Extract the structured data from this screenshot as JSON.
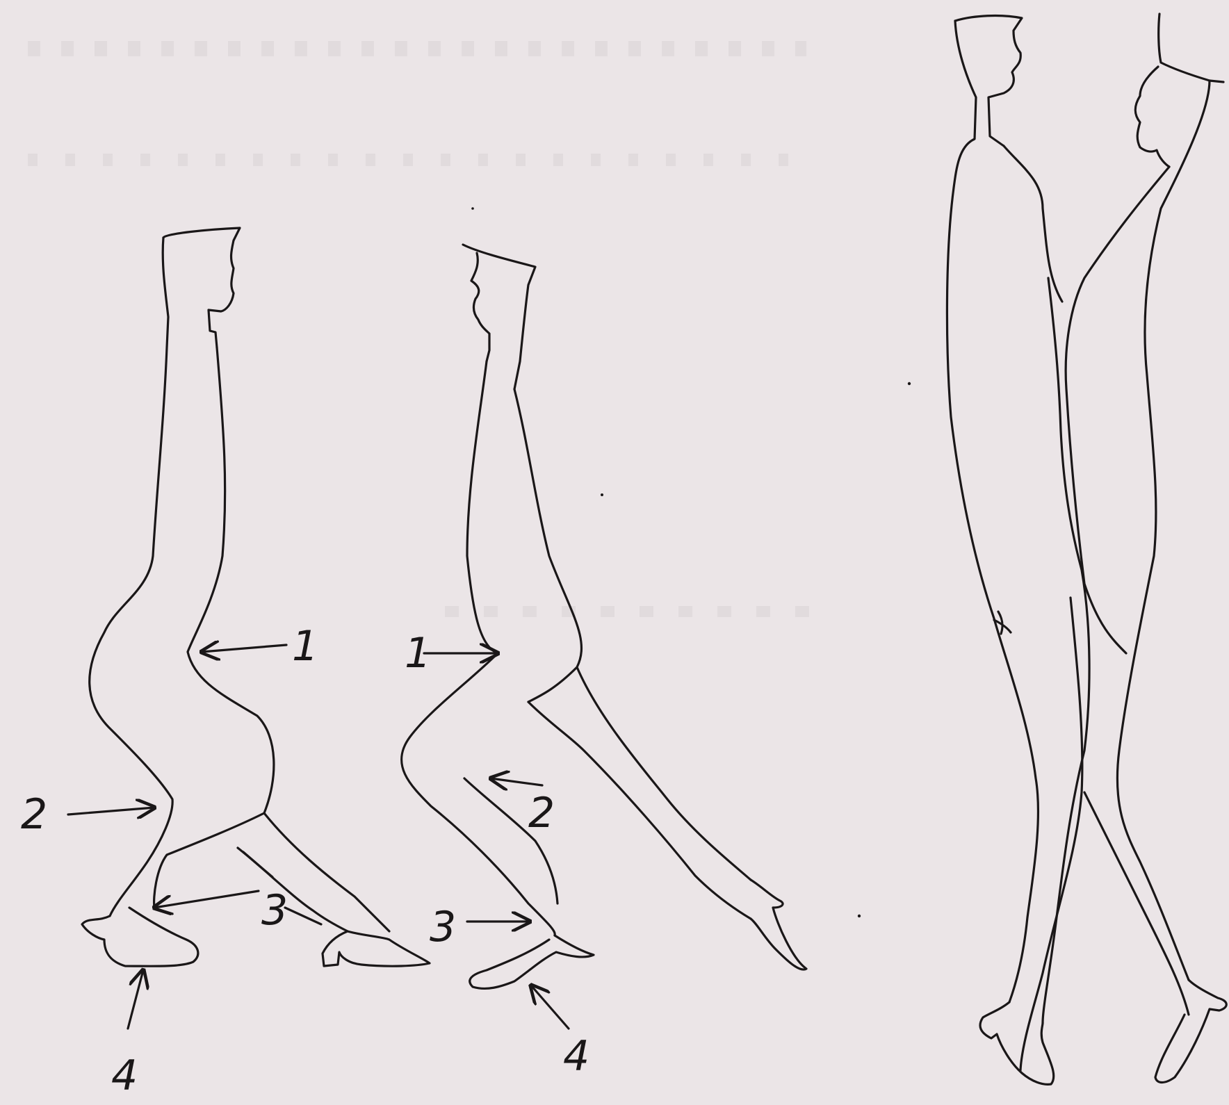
{
  "figure": {
    "callouts": {
      "left": {
        "one": "1",
        "two": "2",
        "three": "3",
        "four": "4"
      },
      "middle": {
        "one": "1",
        "two": "2",
        "three": "3",
        "four": "4"
      }
    }
  },
  "colors": {
    "ink": "#1a1718",
    "paper": "#ece6e8"
  }
}
